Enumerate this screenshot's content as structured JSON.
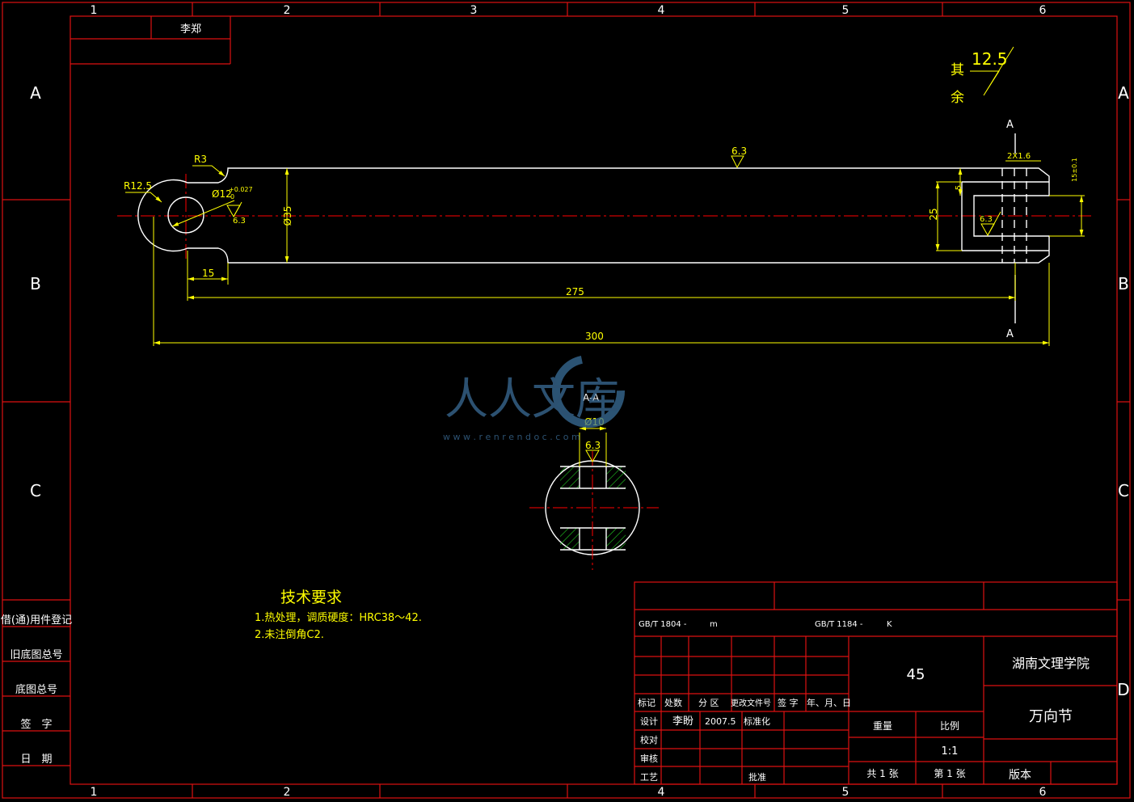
{
  "frame": {
    "col_numbers": [
      "1",
      "2",
      "3",
      "4",
      "5",
      "6"
    ],
    "row_letters": [
      "A",
      "B",
      "C",
      "D"
    ],
    "corner_box_label": "李郑"
  },
  "side_labels": [
    "借(通)用件登记",
    "旧底图总号",
    "底图总号",
    "签　字",
    "日　期"
  ],
  "roughness": {
    "other_prefix_1": "其",
    "other_prefix_2": "余",
    "value": "12.5"
  },
  "dims": {
    "r3": "R3",
    "r12_5": "R12.5",
    "hole_dia": "Ø12",
    "hole_tol_upper": "+0.027",
    "hole_tol_lower": "0",
    "rough_hole": "6.3",
    "width": "Ø35",
    "len15": "15",
    "len275": "275",
    "len300": "300",
    "rough_top": "6.3",
    "slot_width": "25",
    "slot_5": "5",
    "chamfer": "2X1.6",
    "slot_15": "15±0.1",
    "rough_slot": "6.3",
    "section_mark": "A",
    "section_mark_b": "A"
  },
  "section": {
    "title": "A-A",
    "dia": "Ø10",
    "rough": "6.3"
  },
  "watermark": {
    "text": "人人文库",
    "url": "w w w . r e n r e n d o c . c o m"
  },
  "tech": {
    "title": "技术要求",
    "line1": "1.热处理，调质硬度：HRC38～42.",
    "line2": "2.未注倒角C2."
  },
  "title_block": {
    "std1": "GB/T 1804 -",
    "std1_grade": "m",
    "std2": "GB/T 1184 -",
    "std2_grade": "K",
    "material": "45",
    "school": "湖南文理学院",
    "part_name": "万向节",
    "rev_headers": [
      "标记",
      "处数",
      "分 区",
      "更改文件号",
      "签 字",
      "年、月、日"
    ],
    "design_label": "设计",
    "designer": "李盼",
    "design_date": "2007.5",
    "std_label": "标准化",
    "check_label": "校对",
    "review_label": "审核",
    "process_label": "工艺",
    "approve_label": "批准",
    "weight_label": "重量",
    "scale_label": "比例",
    "scale": "1:1",
    "sheets_total": "共 1 张",
    "sheet_no": "第 1 张",
    "version_label": "版本"
  }
}
